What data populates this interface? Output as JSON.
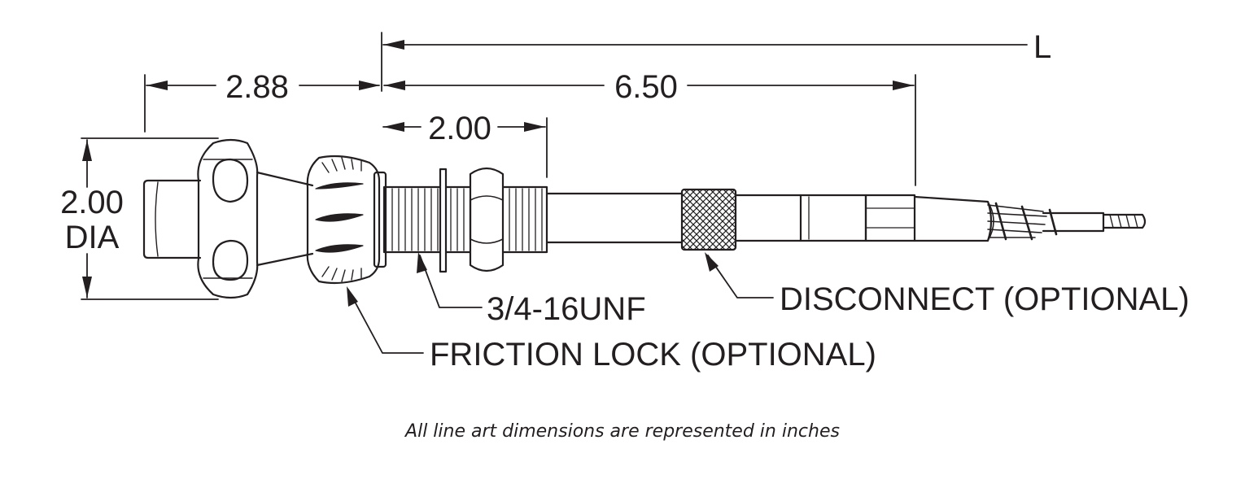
{
  "dimensions": {
    "overall_length": "L",
    "knob_length": "2.88",
    "stroke": "6.50",
    "thread_length": "2.00",
    "knob_diameter_value": "2.00",
    "knob_diameter_unit": "DIA"
  },
  "callouts": {
    "thread": "3/4-16UNF",
    "friction_lock": "FRICTION LOCK (OPTIONAL)",
    "disconnect": "DISCONNECT (OPTIONAL)"
  },
  "footnote": "All line art dimensions are represented in inches",
  "colors": {
    "line": "#231f20",
    "background": "#ffffff"
  }
}
